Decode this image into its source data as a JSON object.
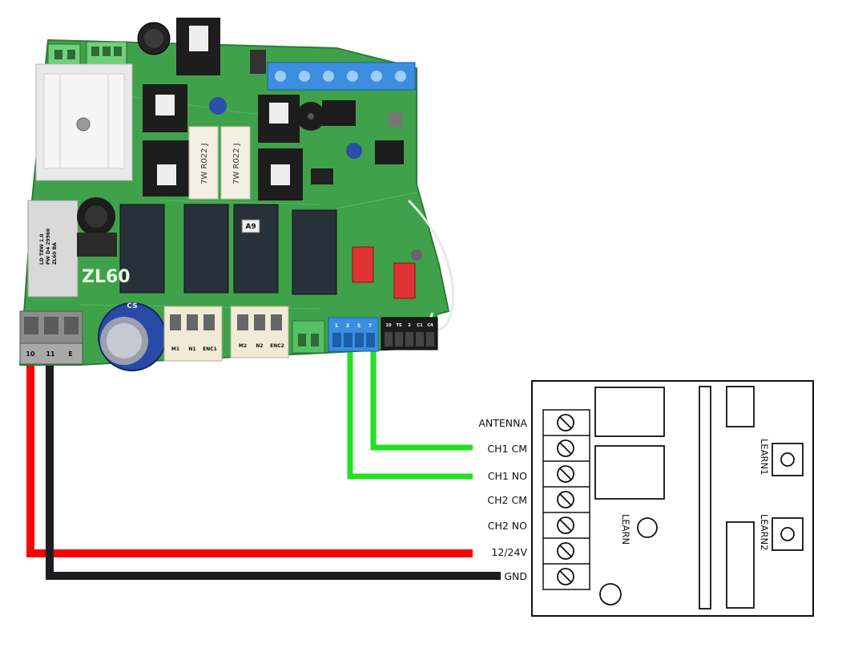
{
  "pcb": {
    "model_text": "ZL60",
    "relay_tag": "A9",
    "resistor_1": "7W R022 J",
    "resistor_2": "7W R022 J",
    "capacitor_label": "CS",
    "fuse_label_lines": [
      "ZL60  BA",
      "PW  D4 29960",
      "LD  T8W 1.0"
    ],
    "terminals": {
      "power": [
        "10",
        "11",
        "E"
      ],
      "motor1": [
        "M1",
        "N1",
        "ENC1"
      ],
      "motor2": [
        "M2",
        "N2",
        "ENC2"
      ],
      "blue": [
        "1",
        "3",
        "5",
        "7"
      ],
      "black": [
        "10",
        "TS",
        "2",
        "C1",
        "C4"
      ]
    }
  },
  "receiver": {
    "terminal_labels": [
      "ANTENNA",
      "CH1 CM",
      "CH1 NO",
      "CH2 CM",
      "CH2 NO",
      "12/24V",
      "GND"
    ],
    "learn_label": "LEARN",
    "learn1_label": "LEARN1",
    "learn2_label": "LEARN2"
  },
  "wires": {
    "power_color": "#ff0000",
    "ground_color": "#1e1e22",
    "signal_color": "#22e022"
  }
}
